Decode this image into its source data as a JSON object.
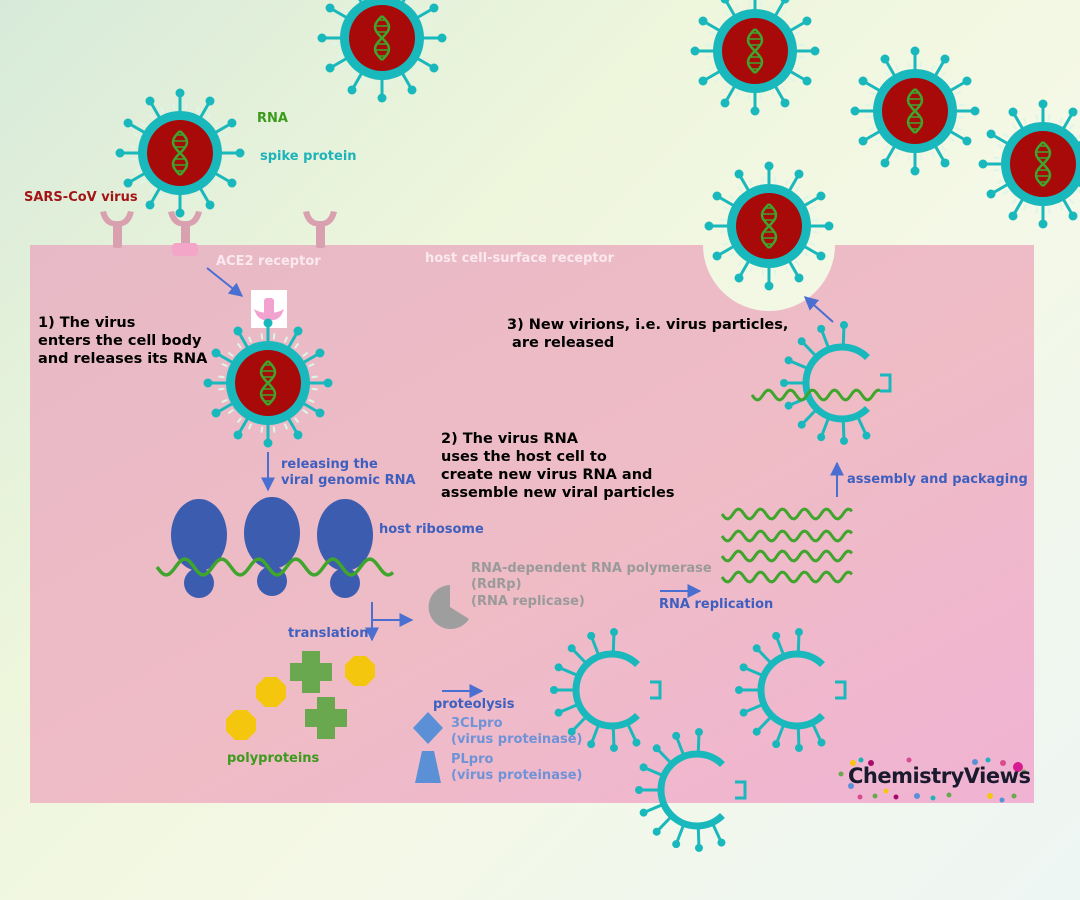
{
  "labels": {
    "rna": "RNA",
    "spike_protein": "spike protein",
    "sars_cov_virus": "SARS-CoV virus",
    "ace2_receptor": "ACE2 receptor",
    "host_receptor": "host cell-surface receptor",
    "step1": "1) The virus\nenters the cell body\nand releases its RNA",
    "step2": "2) The virus RNA\nuses the host cell to\ncreate new virus RNA and\nassemble new viral particles",
    "step3": "3) New virions, i.e. virus particles,\n are released",
    "releasing_rna": "releasing the\nviral genomic RNA",
    "host_ribosome": "host ribosome",
    "rdrp": "RNA-dependent RNA polymerase\n(RdRp)\n(RNA replicase)",
    "rna_replication": "RNA replication",
    "assembly": "assembly and packaging",
    "translation": "translation",
    "proteolysis": "proteolysis",
    "clpro": "3CLpro\n(virus proteinase)",
    "plpro": "PLpro\n(virus proteinase)",
    "polyproteins": "polyproteins"
  },
  "logo": "ChemistryViews",
  "colors": {
    "cell": "#e9b7c6",
    "virus_shell": "#19b8bc",
    "virus_core": "#a80a0a",
    "rna": "#3fa52c",
    "ribosome": "#3c5cb0",
    "arrow": "#4a6fd1",
    "polyprotein_green": "#6aa84f",
    "polyprotein_yellow": "#f5c60e",
    "proteinase": "#5b8fd6"
  }
}
